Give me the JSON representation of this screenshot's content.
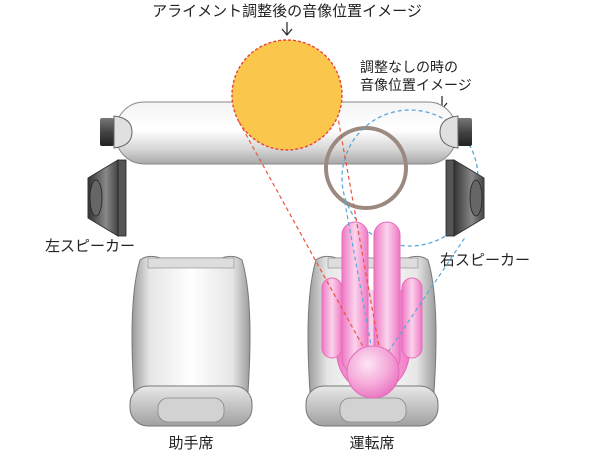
{
  "labels": {
    "aligned_image": "アライメント調整後の音像位置イメージ",
    "unadjusted_image_line1": "調整なしの時の",
    "unadjusted_image_line2": "音像位置イメージ",
    "left_speaker": "左スピーカー",
    "right_speaker": "右スピーカー",
    "passenger_seat": "助手席",
    "driver_seat": "運転席"
  },
  "colors": {
    "aligned_circle_fill": "#FBC64C",
    "aligned_circle_stroke": "#E8443A",
    "aligned_lines": "#E8553A",
    "unadjusted_circle": "#9B8A80",
    "unadjusted_dashed": "#5AA8D8",
    "hand_pink": "#EE8ACB",
    "seat_gray": "#C8C8C8"
  }
}
